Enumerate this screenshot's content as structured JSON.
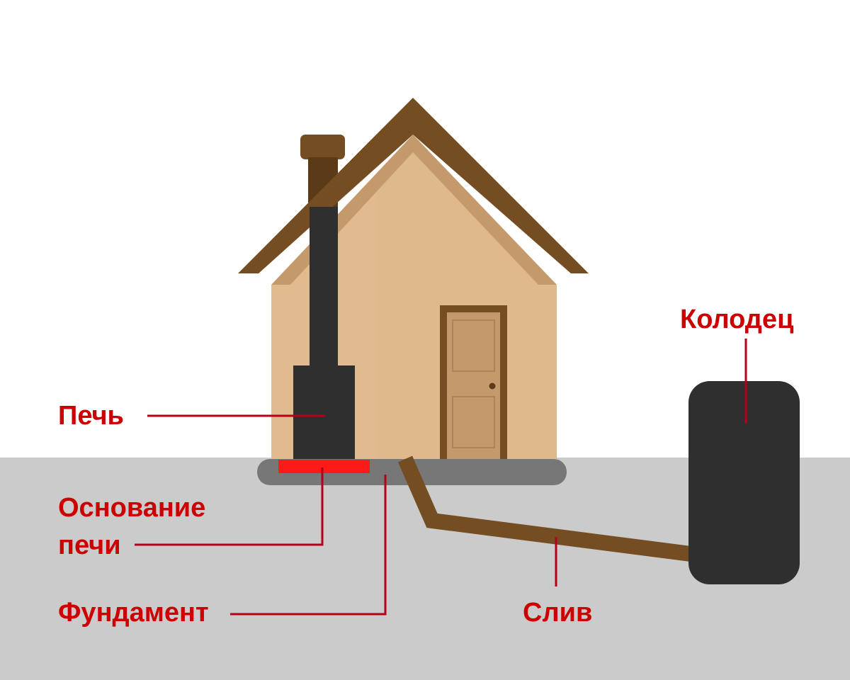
{
  "labels": {
    "stove": "Печь",
    "stove_base_line1": "Основание",
    "stove_base_line2": "печи",
    "foundation": "Фундамент",
    "drain": "Слив",
    "well": "Колодец"
  },
  "colors": {
    "sky": "#ffffff",
    "ground": "#cbcbcb",
    "house_wall": "#e0bb8f",
    "roof": "#744d22",
    "roof_shade": "#c49a6c",
    "chimney_cap": "#744d22",
    "stove": "#2f2f2f",
    "stove_base": "#ff1a1a",
    "foundation": "#777777",
    "door_frame": "#744d22",
    "door": "#c4996b",
    "drain_pipe": "#744d22",
    "well": "#2f2f2f",
    "label_text": "#cc0000",
    "leader_line": "#b50018"
  }
}
